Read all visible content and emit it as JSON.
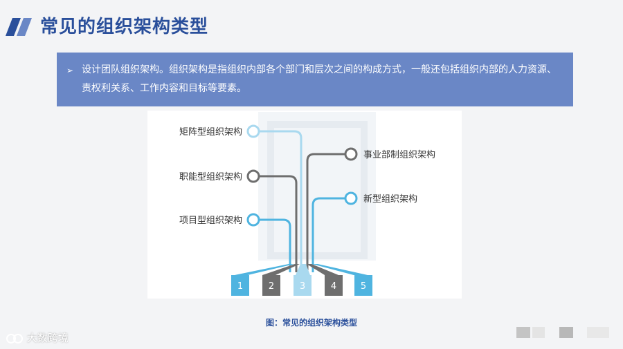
{
  "title": "常见的组织架构类型",
  "intro": {
    "bullet": "➢",
    "text": "设计团队组织架构。组织架构是指组织内部各个部门和层次之间的构成方式，一般还包括组织内部的人力资源、责权利关系、工作内容和目标等要素。"
  },
  "figure": {
    "labels": {
      "matrix": "矩阵型组织架构",
      "functional": "职能型组织架构",
      "project": "项目型组织架构",
      "divisional": "事业部制组织架构",
      "new_type": "新型组织架构"
    },
    "numbers": [
      "1",
      "2",
      "3",
      "4",
      "5"
    ],
    "colors": {
      "blue": "#4fb4e0",
      "light_blue": "#a9d9ef",
      "gray": "#6e6e6e"
    }
  },
  "caption": "图：常见的组织架构类型",
  "watermark": "大数跨境"
}
